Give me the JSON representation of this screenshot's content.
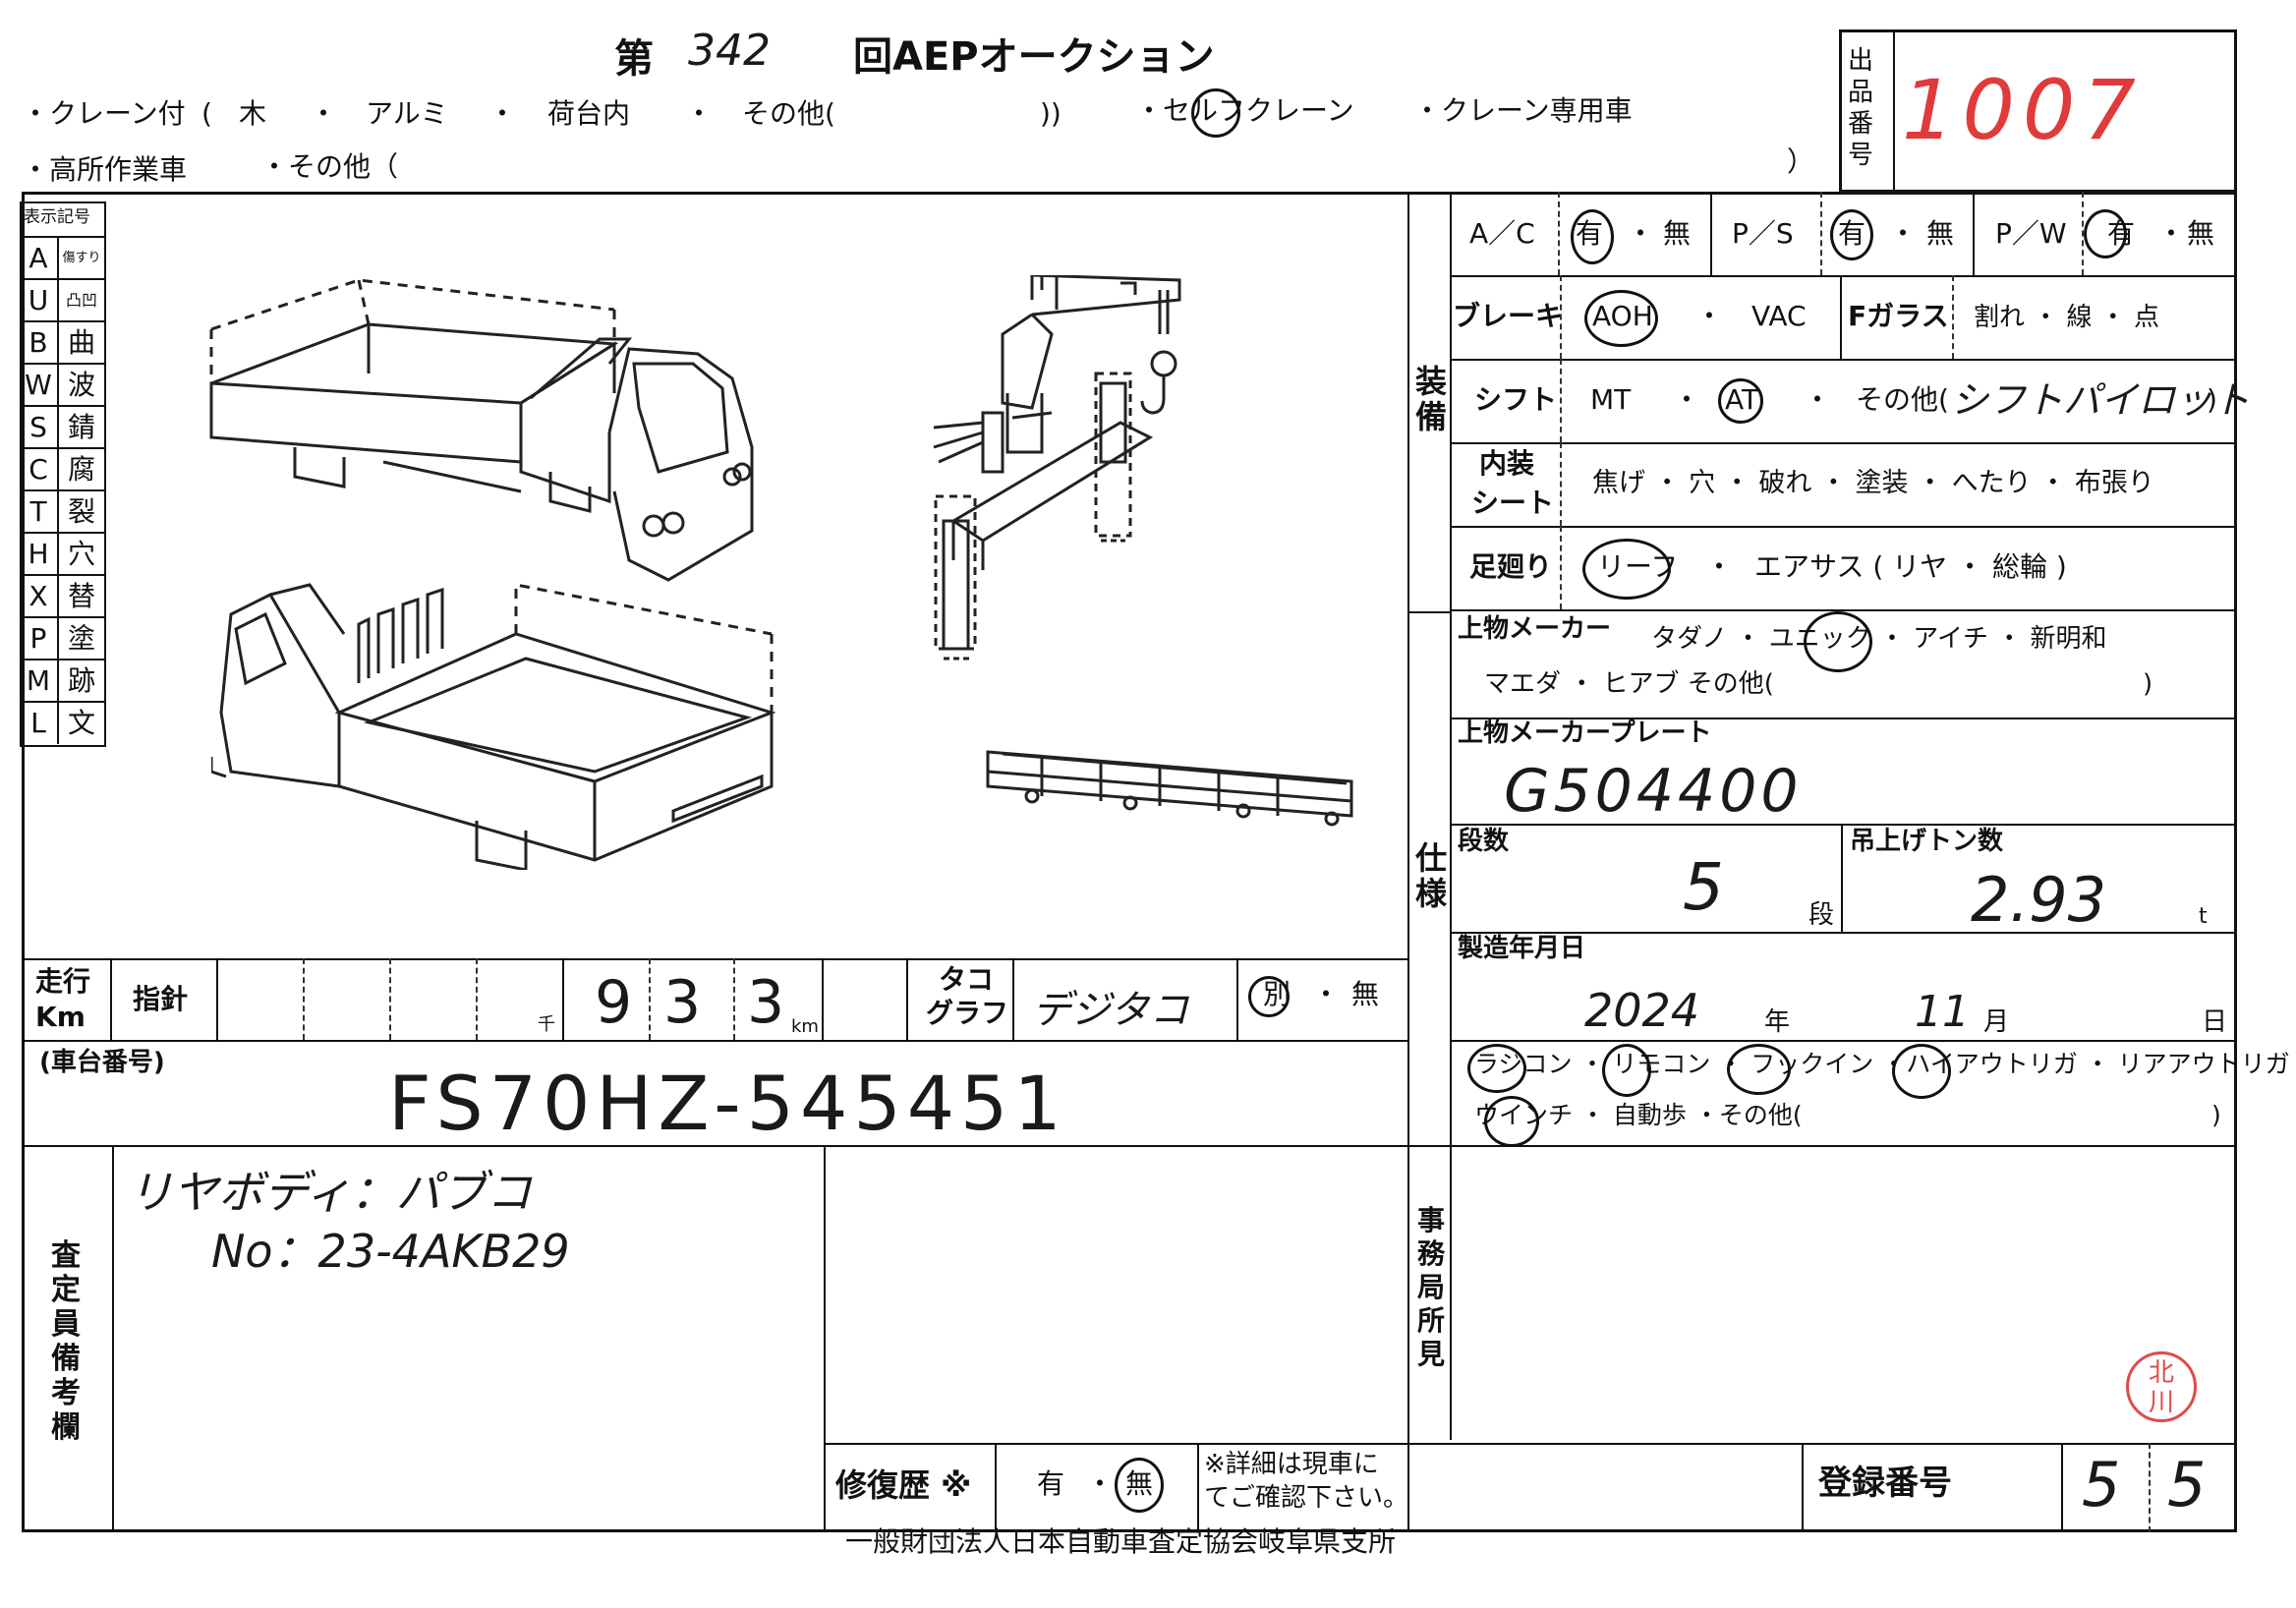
{
  "header": {
    "title_prefix": "第",
    "title_number": "342",
    "title_suffix": "回AEPオークション",
    "crane_with": "・クレーン付",
    "paren_open": "(",
    "opt_wood": "木",
    "dot": "・",
    "opt_alum": "アルミ",
    "opt_inbed": "荷台内",
    "opt_other": "その他(",
    "paren_close2": "))",
    "self_crane": "・セルフクレーン",
    "crane_only": "・クレーン専用車",
    "aerial": "・高所作業車",
    "other2": "・その他（",
    "paren_close": "）",
    "lot_label": "出品番号",
    "lot_number": "1007"
  },
  "legend": {
    "title": "表示記号",
    "rows": [
      {
        "code": "A",
        "meaning": "傷すり"
      },
      {
        "code": "U",
        "meaning": "凸凹"
      },
      {
        "code": "B",
        "meaning": "曲"
      },
      {
        "code": "W",
        "meaning": "波"
      },
      {
        "code": "S",
        "meaning": "錆"
      },
      {
        "code": "C",
        "meaning": "腐"
      },
      {
        "code": "T",
        "meaning": "裂"
      },
      {
        "code": "H",
        "meaning": "穴"
      },
      {
        "code": "X",
        "meaning": "替"
      },
      {
        "code": "P",
        "meaning": "塗"
      },
      {
        "code": "M",
        "meaning": "跡"
      },
      {
        "code": "L",
        "meaning": "文"
      }
    ]
  },
  "odometer": {
    "label": "走行Km",
    "label1": "走行",
    "label2": "Km",
    "needle": "指針",
    "thousand": "千",
    "km": "km",
    "digits": [
      "9",
      "3",
      "3"
    ],
    "tacho_label1": "タコ",
    "tacho_label2": "グラフ",
    "tacho_value": "デジタコ",
    "tacho_yes": "別",
    "tacho_dot": "・",
    "tacho_no": "無"
  },
  "chassis": {
    "label": "(車台番号)",
    "value": "FS70HZ-545451"
  },
  "remarks": {
    "label": "査定員備考欄",
    "line1": "リヤボディ：パブコ",
    "line2": "No：23-4AKB29"
  },
  "repair": {
    "label": "修復歴 ※",
    "yes": "有",
    "dot": "・",
    "no": "無",
    "note1": "※詳細は現車に",
    "note2": "てご確認下さい。"
  },
  "registration": {
    "label": "登録番号",
    "digits": [
      "5",
      "5"
    ]
  },
  "equipment": {
    "section_label": "装備",
    "ac": "A／C",
    "ac_yes": "有",
    "ac_no": "無",
    "ps": "P／S",
    "ps_yes": "有",
    "ps_no": "無",
    "pw": "P／W",
    "pw_yes": "有",
    "pw_no": "無",
    "dot": "・",
    "brake": "ブレーキ",
    "brake_aoh": "AOH",
    "brake_vac": "VAC",
    "fglass": "Fガラス",
    "fglass_opts": "割れ ・ 線 ・ 点",
    "shift": "シフト",
    "shift_mt": "MT",
    "shift_at": "AT",
    "shift_other": "その他(",
    "shift_other_value": "シフトパイロット",
    "shift_close": ")",
    "interior1": "内装",
    "interior2": "シート",
    "interior_opts": "焦げ ・ 穴 ・ 破れ ・ 塗装 ・ へたり ・ 布張り",
    "suspension": "足廻り",
    "susp_leaf": "リーフ",
    "susp_air": "エアサス ( リヤ ・ 総輪 )"
  },
  "spec": {
    "section_label": "仕様",
    "maker_label": "上物メーカー",
    "maker_line1": "タダノ ・ ユニック ・ アイチ ・ 新明和",
    "maker_line2": "マエダ ・ ヒアブ その他(",
    "maker_close": ")",
    "plate_label": "上物メーカープレート",
    "plate_value": "G504400",
    "stages_label": "段数",
    "stages_value": "5",
    "stages_unit": "段",
    "lift_label": "吊上げトン数",
    "lift_value": "2.93",
    "lift_unit": "t",
    "mfg_label": "製造年月日",
    "mfg_year": "2024",
    "year_unit": "年",
    "mfg_month": "11",
    "month_unit": "月",
    "day_unit": "日",
    "options_line1": "ラジコン ・ リモコン ・ フックイン ・ハイアウトリガ ・ リアアウトリガ",
    "options_line2": "ウインチ ・ 自動歩 ・その他(",
    "options_close": ")"
  },
  "office": {
    "label": "事務局所見",
    "stamp": "北川"
  },
  "footer": {
    "org": "一般財団法人日本自動車査定協会岐阜県支所"
  }
}
